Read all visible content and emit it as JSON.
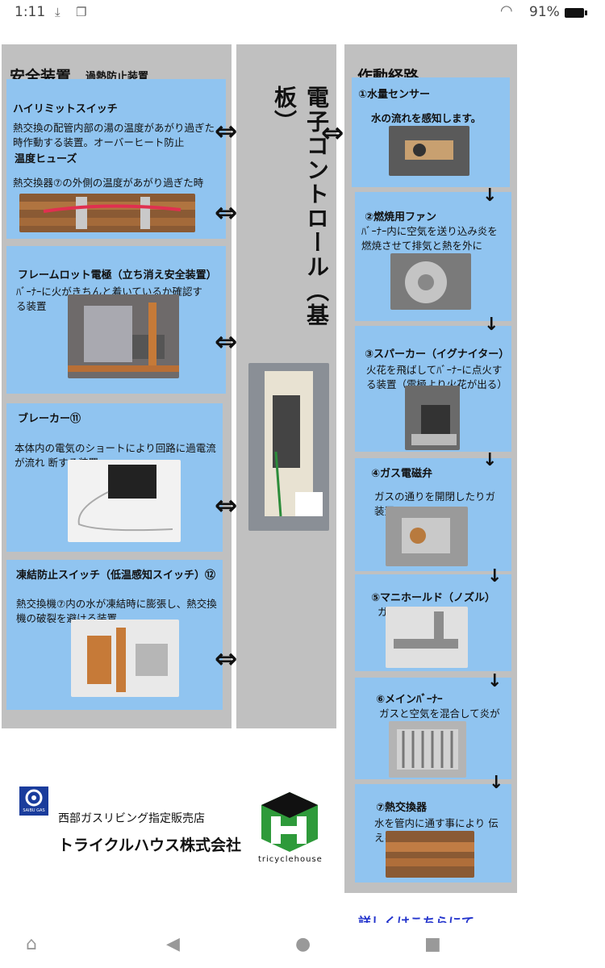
{
  "status_bar": {
    "time": "1:11",
    "battery": "91%"
  },
  "left": {
    "heading": "安全装置",
    "subheading": "過熱防止装置",
    "items": [
      {
        "title": "ハイリミットスイッチ",
        "desc": "熱交換の配管内部の湯の温度があがり過ぎた時作動する装置。オーバーヒート防止"
      },
      {
        "title": "温度ヒューズ",
        "desc": "熱交換器⑦の外側の温度があがり過ぎた時"
      },
      {
        "title": "フレームロット電極（立ち消え安全装置）",
        "desc": "ﾊﾞｰﾅｰに火がきちんと着いているか確認する装置"
      },
      {
        "title": "ブレーカー⑪",
        "desc": "本体内の電気のショートにより回路に過電流が流れ      断する装置"
      },
      {
        "title": "凍結防止スイッチ（低温感知スイッチ）⑫",
        "desc": "熱交換機⑦内の水が凍結時に膨張し、熱交換機の破裂を避ける装置"
      }
    ]
  },
  "center": {
    "label": "電子コントロール（基板）"
  },
  "right": {
    "heading": "作動経路",
    "items": [
      {
        "title": "①水量センサー",
        "desc": "水の流れを感知します。"
      },
      {
        "title": "②燃焼用ファン",
        "desc": "ﾊﾞｰﾅｰ内に空気を送り込み炎を燃焼させて排気と熱を外に"
      },
      {
        "title": "③スパーカー（イグナイター）",
        "desc": "火花を飛ばしてﾊﾞｰﾅｰに点火する装置（電極より火花が出る）"
      },
      {
        "title": "④ガス電磁弁",
        "desc": "ガスの通りを開閉したりガ         装置"
      },
      {
        "title": "⑤マニホールド（ノズル）",
        "desc": "ガ             出す所"
      },
      {
        "title": "⑥メインﾊﾞｰﾅｰ",
        "desc": "ガスと空気を混合して炎が"
      },
      {
        "title": "⑦熱交換器",
        "desc": "水を管内に通す事により          伝える"
      }
    ]
  },
  "footer": {
    "logo_text": "SAIBU GAS",
    "dealer_label": "西部ガスリビング指定販売店",
    "company": "トライクルハウス株式会社",
    "brand": "tricyclehouse",
    "link": "詳しくはこちらにて"
  },
  "icons": {
    "arrow_lr": "⇔",
    "arrow_down": "↓"
  },
  "colors": {
    "panel": "#90c4f0",
    "column": "#c0c0c0",
    "green": "#2e9a3a"
  }
}
